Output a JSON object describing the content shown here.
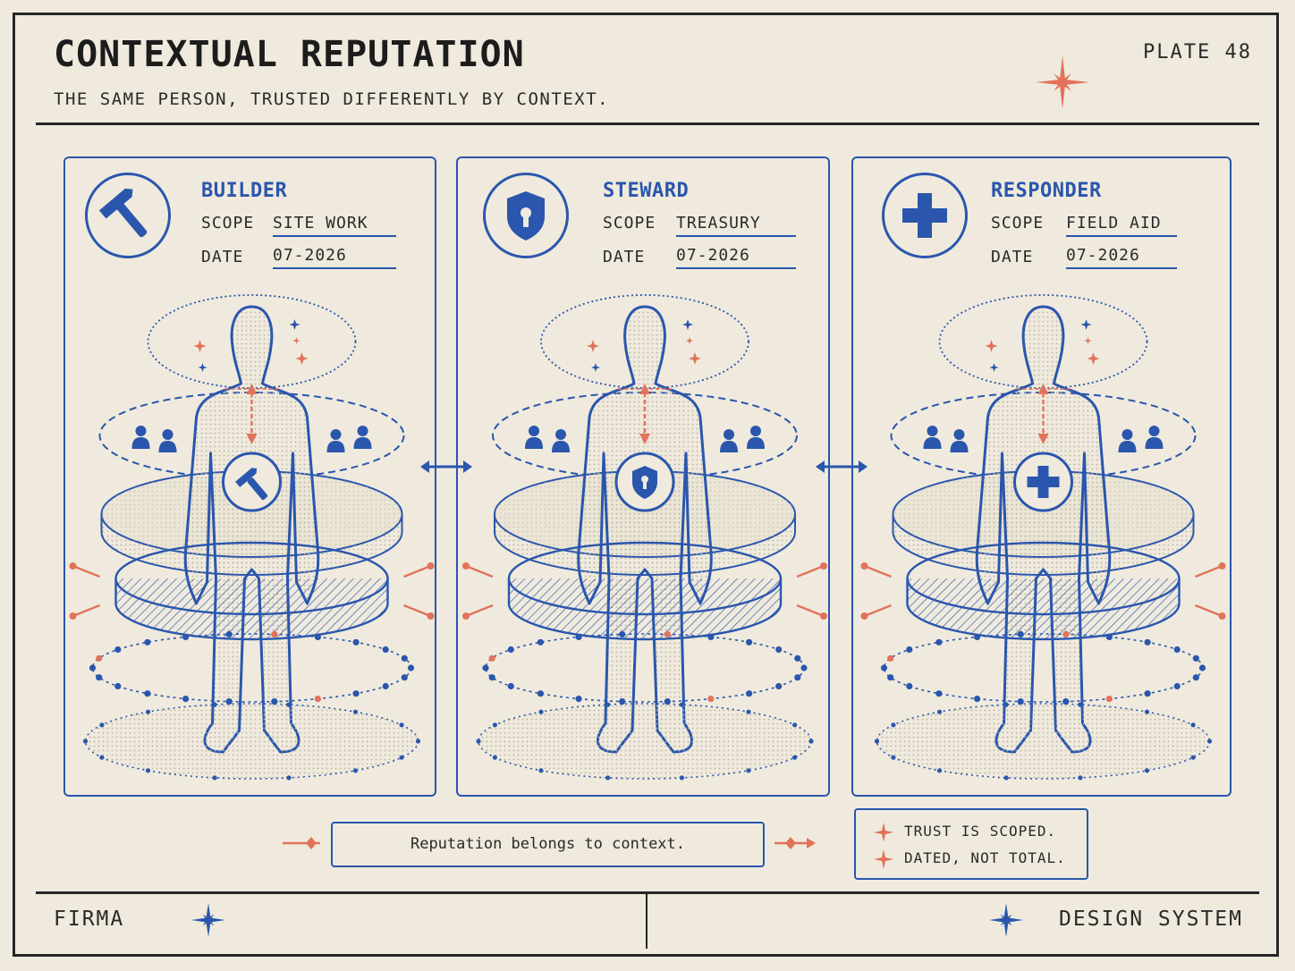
{
  "header": {
    "title": "CONTEXTUAL REPUTATION",
    "subtitle": "THE SAME PERSON, TRUSTED DIFFERENTLY BY CONTEXT.",
    "plate": "PLATE 48"
  },
  "panels": [
    {
      "role": "BUILDER",
      "scope_label": "SCOPE",
      "scope": "SITE WORK",
      "date_label": "DATE",
      "date": "07-2026",
      "icon": "hammer-icon"
    },
    {
      "role": "STEWARD",
      "scope_label": "SCOPE",
      "scope": "TREASURY",
      "date_label": "DATE",
      "date": "07-2026",
      "icon": "shield-lock-icon"
    },
    {
      "role": "RESPONDER",
      "scope_label": "SCOPE",
      "scope": "FIELD AID",
      "date_label": "DATE",
      "date": "07-2026",
      "icon": "medical-cross-icon"
    }
  ],
  "message": "Reputation belongs to context.",
  "notes": [
    "TRUST IS SCOPED.",
    "DATED, NOT TOTAL."
  ],
  "footer": {
    "left": "FIRMA",
    "right": "DESIGN SYSTEM"
  },
  "colors": {
    "background": "#efeadd",
    "ink": "#262626",
    "blue": "#2a56ad",
    "coral": "#e2725a"
  }
}
